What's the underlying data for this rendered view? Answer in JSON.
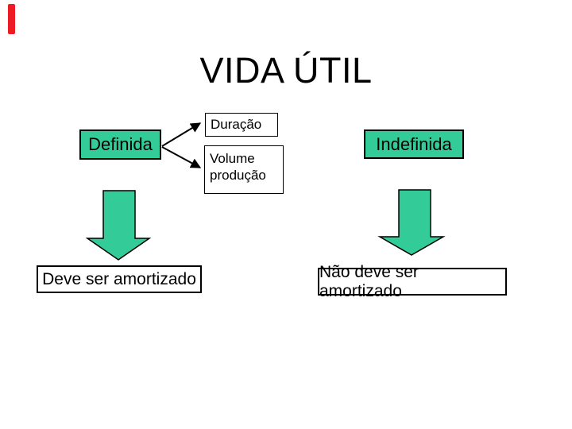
{
  "title": "VIDA ÚTIL",
  "colors": {
    "green": "#33CC99",
    "red": "#ED1C24",
    "line": "#000000"
  },
  "left": {
    "state": "Definida",
    "factors": [
      "Duração",
      "Volume produção"
    ],
    "result": "Deve ser amortizado"
  },
  "right": {
    "state": "Indefinida",
    "result": "Não deve ser amortizado"
  }
}
